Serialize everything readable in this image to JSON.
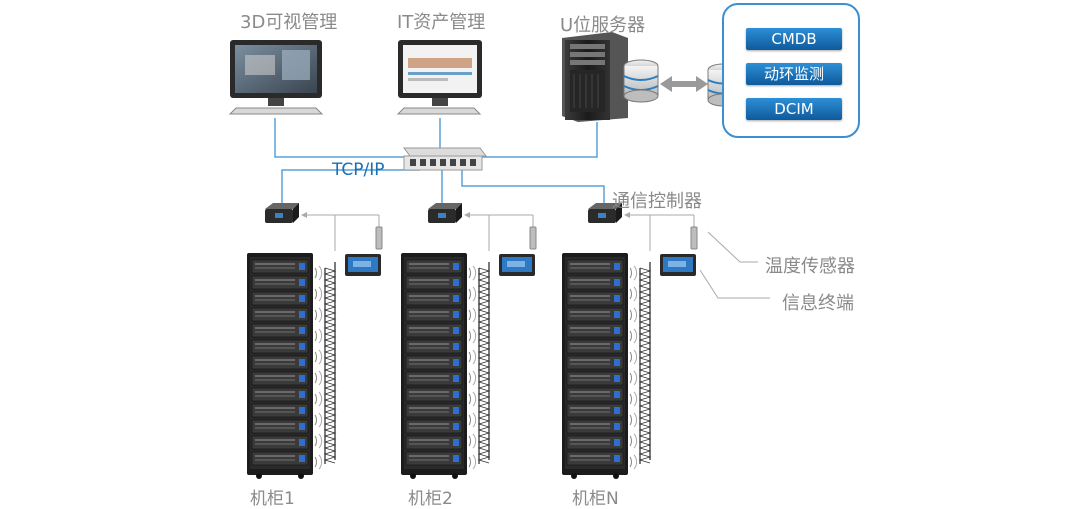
{
  "labels": {
    "visual_mgmt": "3D可视管理",
    "it_asset": "IT资产管理",
    "u_server": "U位服务器",
    "tcp_ip": "TCP/IP",
    "comm_controller": "通信控制器",
    "temp_sensor": "温度传感器",
    "info_terminal": "信息终端"
  },
  "systems": [
    "CMDB",
    "动环监测",
    "DCIM"
  ],
  "racks": [
    "机柜1",
    "机柜2",
    "机柜N"
  ],
  "colors": {
    "line_blue": "#5aa0d6",
    "button_blue": "#1a72bb",
    "label_gray": "#8a8a8a",
    "rack_black": "#1c1c1c"
  }
}
